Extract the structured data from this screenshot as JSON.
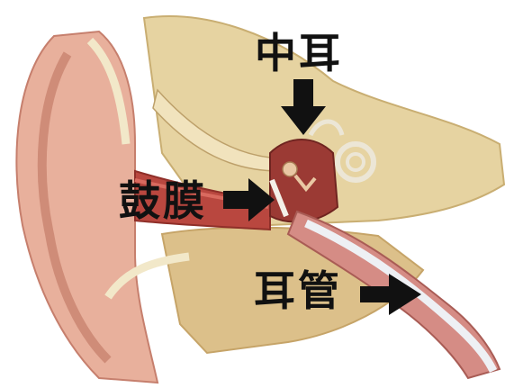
{
  "labels": {
    "middle_ear": "中耳",
    "eardrum": "鼓膜",
    "eustachian_tube": "耳管"
  },
  "colors": {
    "background": "#ffffff",
    "skin": "#e9b7a0",
    "skin_shadow": "#c97d6a",
    "bone": "#d9c28f",
    "bone_light": "#efe2bd",
    "canal_red": "#b5473f",
    "tube_pink": "#d88d86",
    "cartilage": "#f0e7c8",
    "arrow": "#111111",
    "text": "#111111"
  },
  "icons": [
    "arrow-down-icon",
    "arrow-right-icon",
    "arrow-right-icon"
  ]
}
